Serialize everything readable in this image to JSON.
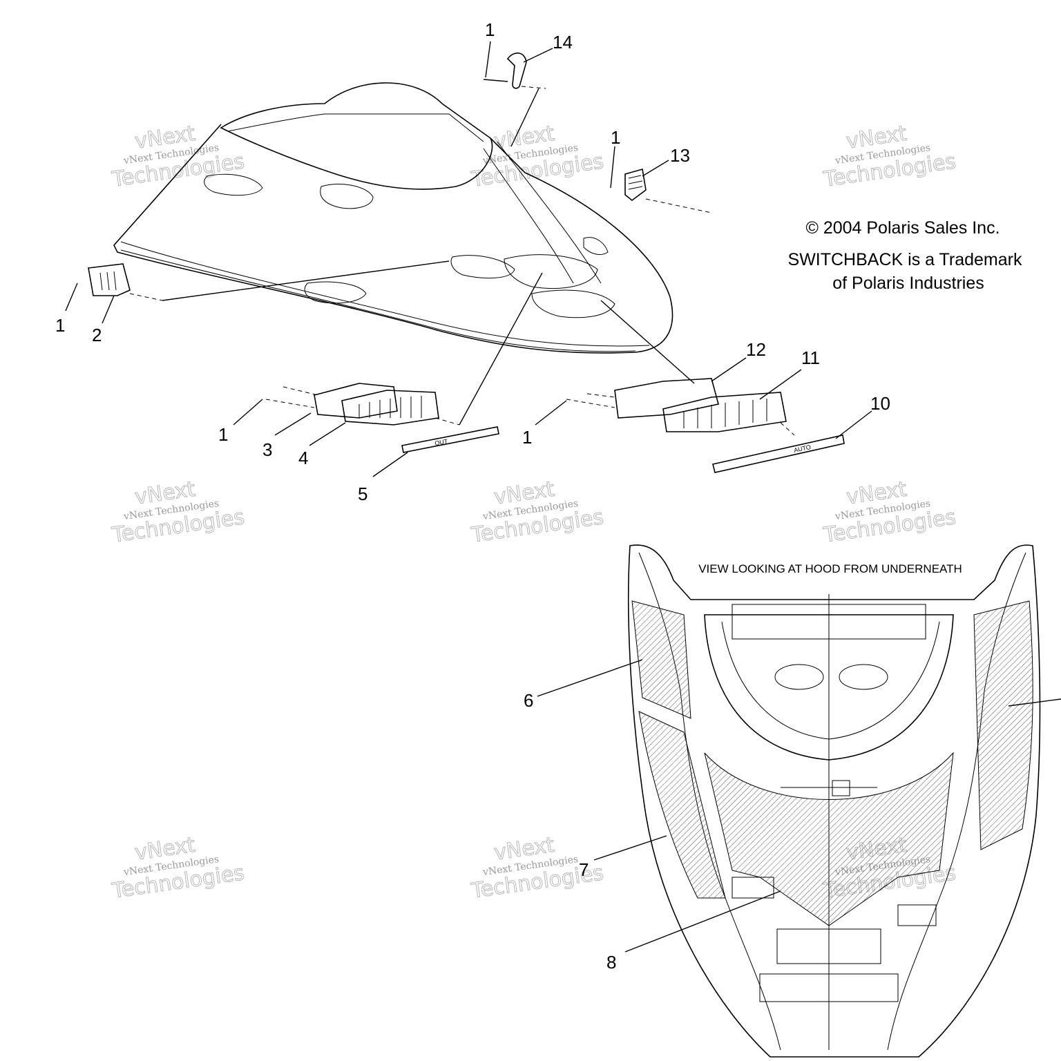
{
  "copyright": {
    "line1": "© 2004 Polaris Sales Inc.",
    "line2": "SWITCHBACK is a Trademark",
    "line3": "of Polaris Industries"
  },
  "view_label": "VIEW LOOKING AT HOOD FROM UNDERNEATH",
  "callouts": {
    "c1_top14": "1",
    "c14": "14",
    "c1_top13": "1",
    "c13": "13",
    "c1_left": "1",
    "c2": "2",
    "c1_mid": "1",
    "c3": "3",
    "c4": "4",
    "c5": "5",
    "c1_right": "1",
    "c12": "12",
    "c11": "11",
    "c10": "10",
    "c6": "6",
    "c7": "7",
    "c8": "8"
  },
  "decal_text": {
    "left_out": "OUT",
    "right_auto": "AUTO"
  },
  "watermark": {
    "brand": "vNext",
    "small": "vNext Technologies",
    "big": "Technologies"
  }
}
